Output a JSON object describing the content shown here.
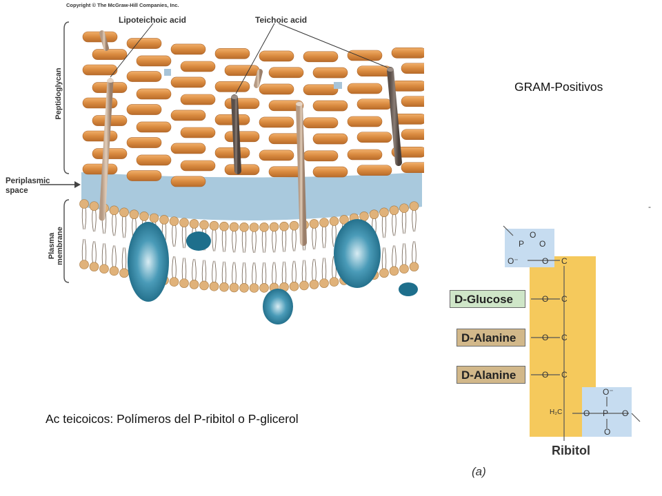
{
  "diagram": {
    "copyright": "Copyright © The McGraw-Hill Companies, Inc.",
    "labels": {
      "lipoteichoic_acid": "Lipoteichoic acid",
      "teichoic_acid": "Teichoic acid",
      "peptidoglycan": "Peptidoglycan",
      "periplasmic_space_line1": "Periplasmic",
      "periplasmic_space_line2": "space",
      "plasma_membrane_line1": "Plasma",
      "plasma_membrane_line2": "membrane"
    }
  },
  "title": "GRAM-Positivos",
  "caption": "Ac teicoicos: Polímeros del P-ribitol o P-glicerol",
  "chemical": {
    "substituents": [
      "D-Glucose",
      "D-Alanine",
      "D-Alanine"
    ],
    "backbone_label": "Ribitol",
    "panel_label": "(a)",
    "atoms": {
      "phosphorus": "P",
      "oxygen": "O",
      "carbon": "C",
      "ch2": "H₂C",
      "o_minus": "O⁻"
    }
  },
  "colors": {
    "glycan_strand": "#d98a3f",
    "periplasm": "#a9c9dd",
    "protein": "#1e6f8c",
    "lipid_head": "#e0b27a",
    "ribitol_band": "#f5c95c",
    "phosphate_box": "#c6dcf0",
    "glucose_box": "#cfe6c8",
    "alanine_box": "#d2b88a"
  }
}
